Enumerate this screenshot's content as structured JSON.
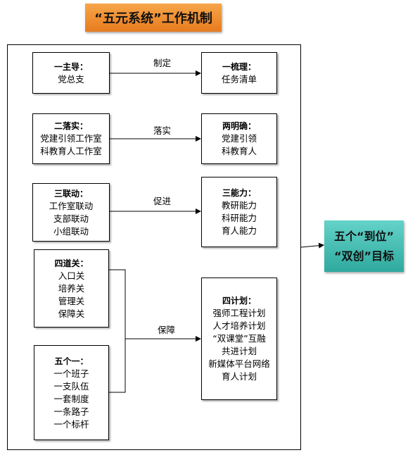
{
  "title": "“五元系统”工作机制",
  "left": [
    {
      "head": "一主导：",
      "lines": [
        "党总支"
      ]
    },
    {
      "head": "二落实：",
      "lines": [
        "党建引领工作室",
        "科教育人工作室"
      ]
    },
    {
      "head": "三联动：",
      "lines": [
        "工作室联动",
        "支部联动",
        "小组联动"
      ]
    },
    {
      "head": "四道关：",
      "lines": [
        "入口关",
        "培养关",
        "管理关",
        "保障关"
      ]
    },
    {
      "head": "五个一：",
      "lines": [
        "一个班子",
        "一支队伍",
        "一套制度",
        "一条路子",
        "一个标杆"
      ]
    }
  ],
  "right": [
    {
      "head": "一梳理：",
      "lines": [
        "任务清单"
      ]
    },
    {
      "head": "两明确：",
      "lines": [
        "党建引领",
        "科教育人"
      ]
    },
    {
      "head": "三能力：",
      "lines": [
        "教研能力",
        "科研能力",
        "育人能力"
      ]
    },
    {
      "head": "四计划：",
      "lines": [
        "强师工程计划",
        "人才培养计划",
        "“双课堂”互融",
        "共进计划",
        "新媒体平台网络",
        "育人计划"
      ]
    }
  ],
  "arrows": [
    "制定",
    "落实",
    "促进",
    "保障"
  ],
  "goal": {
    "line1": "五个“到位”",
    "line2": "“双创”目标"
  },
  "colors": {
    "title": "#f39a3d",
    "goal": "#45bdb2"
  }
}
